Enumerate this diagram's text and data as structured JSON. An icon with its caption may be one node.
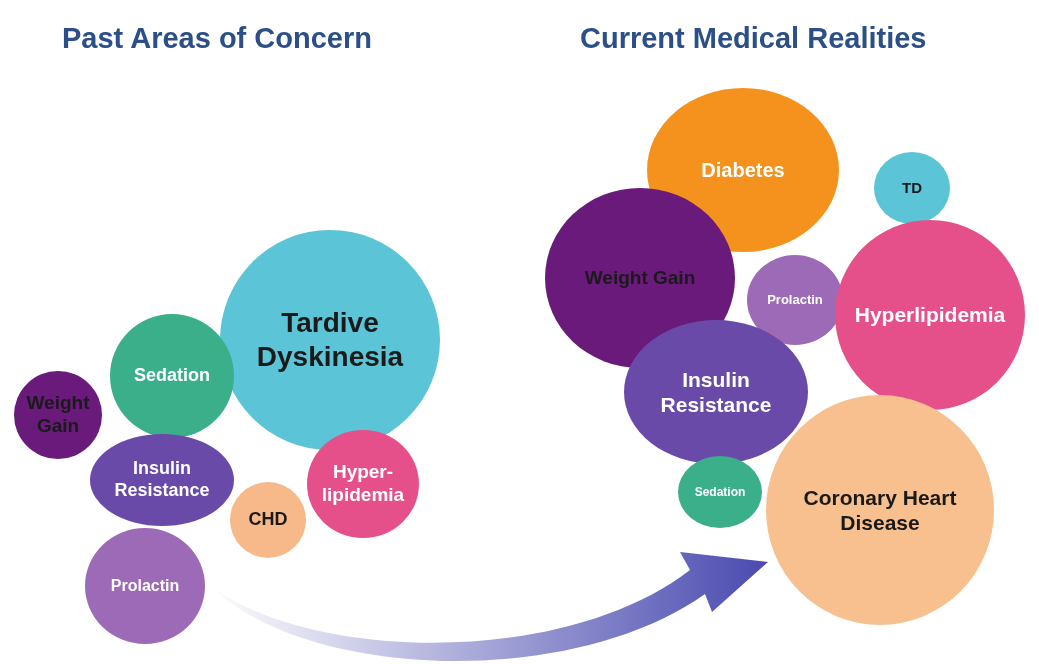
{
  "diagram": {
    "nodes": [
      {
        "text": [
          "Tardive Dyskinesia"
        ]
      },
      {
        "text": [
          "Sedation"
        ]
      },
      {
        "text": [
          "Weight Gain"
        ]
      },
      {
        "text": [
          "Insulin Resistance"
        ]
      },
      {
        "text": [
          "Hyper-lipidemia"
        ]
      },
      {
        "text": [
          "CHD"
        ]
      },
      {
        "text": [
          "Prolactin"
        ]
      },
      {
        "text": [
          "Diabetes"
        ]
      },
      {
        "text": [
          "TD"
        ]
      },
      {
        "text": [
          "Weight Gain"
        ]
      },
      {
        "text": [
          "Prolactin"
        ]
      },
      {
        "text": [
          "Hyperlipidemia"
        ]
      },
      {
        "text": [
          "Insulin Resistance"
        ]
      },
      {
        "text": [
          "Sedation"
        ]
      },
      {
        "text": [
          "Coronary Heart Disease"
        ]
      }
    ],
    "edges": [
      {
        "from": 6,
        "to": 14,
        "arrow": "to"
      }
    ],
    "labels": [
      "Past Areas of Concern",
      "Current Medical Realities"
    ]
  }
}
